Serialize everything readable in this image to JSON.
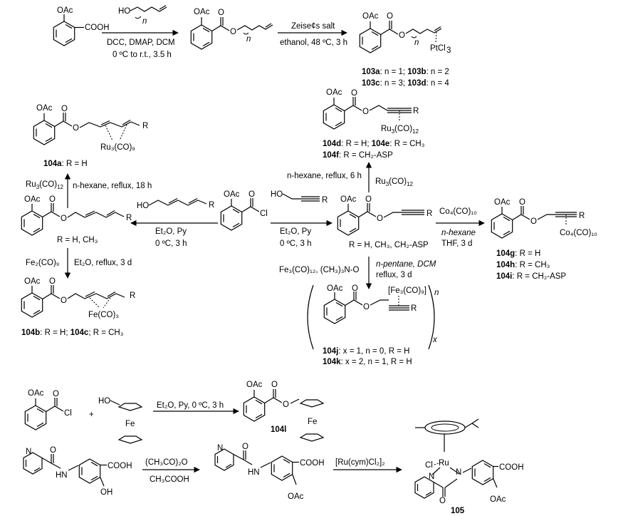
{
  "labels": {
    "oac": "OAc",
    "cooh": "COOH",
    "ho": "HO",
    "n_sub": "n",
    "ptcl3": "PtCl",
    "ptcl3_sub": "3",
    "cl": "Cl",
    "r": "R",
    "fe": "Fe",
    "ru": "Ru",
    "hn": "HN",
    "n_atom": "N",
    "o_atom": "O",
    "oh": "OH",
    "x_sub": "x"
  },
  "reactions": {
    "r1_above": "HO",
    "r1_cond1": "DCC, DMAP, DCM",
    "r1_cond2": "0 ºC to r.t., 3.5 h",
    "r2_above": "Zeise¢s salt",
    "r2_cond": "ethanol, 48 ºC, 3 h",
    "ru_reagent": "Ru",
    "ru_reagent_sub": "3",
    "ru_co": "(CO)",
    "ru_co_sub": "12",
    "hexane_reflux_18": "n-hexane, reflux, 18 h",
    "hexane_reflux_6": "n-hexane, reflux, 6 h",
    "et2o_py": "Et₂O, Py",
    "cond_0c_3h": "0 ºC, 3 h",
    "fe2co9": "Fe₂(CO)₉",
    "et2o_reflux": "Et₂O, reflux, 3 d",
    "co4co10": "Co₄(CO)₁₀",
    "nhexane": "n-hexane",
    "thf_3d": "THF, 3 d",
    "fe3_reagent": "Fe₃(CO)₁₂, (CH₃)₃N-O",
    "npentane": "n-pentane, DCM",
    "reflux_3d": "reflux, 3 d",
    "fc_cond": "Et₂O, Py, 0 ºC, 3 h",
    "ac2o": "(CH₃CO)₂O",
    "acoh": "CH₃COOH",
    "rucym": "[Ru(cym)Cl₂]₂",
    "r_options": "R = H, CH₃",
    "r_options2": "R = H, CH₃, CH₂-ASP"
  },
  "compounds": {
    "c103_line1_a": "103a",
    "c103_line1_b": ": n = 1; ",
    "c103_line1_c": "103b",
    "c103_line1_d": ": n = 2",
    "c103_line2_a": "103c",
    "c103_line2_b": ":  n = 3; ",
    "c103_line2_c": "103d",
    "c103_line2_d": ": n = 4",
    "c104a": "104a",
    "c104a_r": ": R = H",
    "c104b": "104b",
    "c104b_r": ": R = H; ",
    "c104c": "104c",
    "c104c_r": "; R = CH₃",
    "c104d": "104d",
    "c104d_r": ": R = H; ",
    "c104e": "104e",
    "c104e_r": ": R = CH₃",
    "c104f": "104f",
    "c104f_r": ": R = CH₂-ASP",
    "c104g": "104g",
    "c104g_r": ": R = H",
    "c104h": "104h",
    "c104h_r": ": R = CH₃",
    "c104i": "104i",
    "c104i_r": ": R = CH₂-ASP",
    "c104j": "104j",
    "c104j_r": ": x = 1, n = 0, R = H",
    "c104k": "104k",
    "c104k_r": ": x = 2, n = 1, R = H",
    "c104l": "104l",
    "c105": "105",
    "ru3co9": "Ru₃(CO)₉",
    "ru3co12": "Ru₃(CO)₁₂",
    "feco3": "Fe(CO)₃",
    "co4co10": "Co₄(CO)₁₀",
    "fe3co9n": "[Fe₃(CO)₉]",
    "n_sub": "n"
  }
}
